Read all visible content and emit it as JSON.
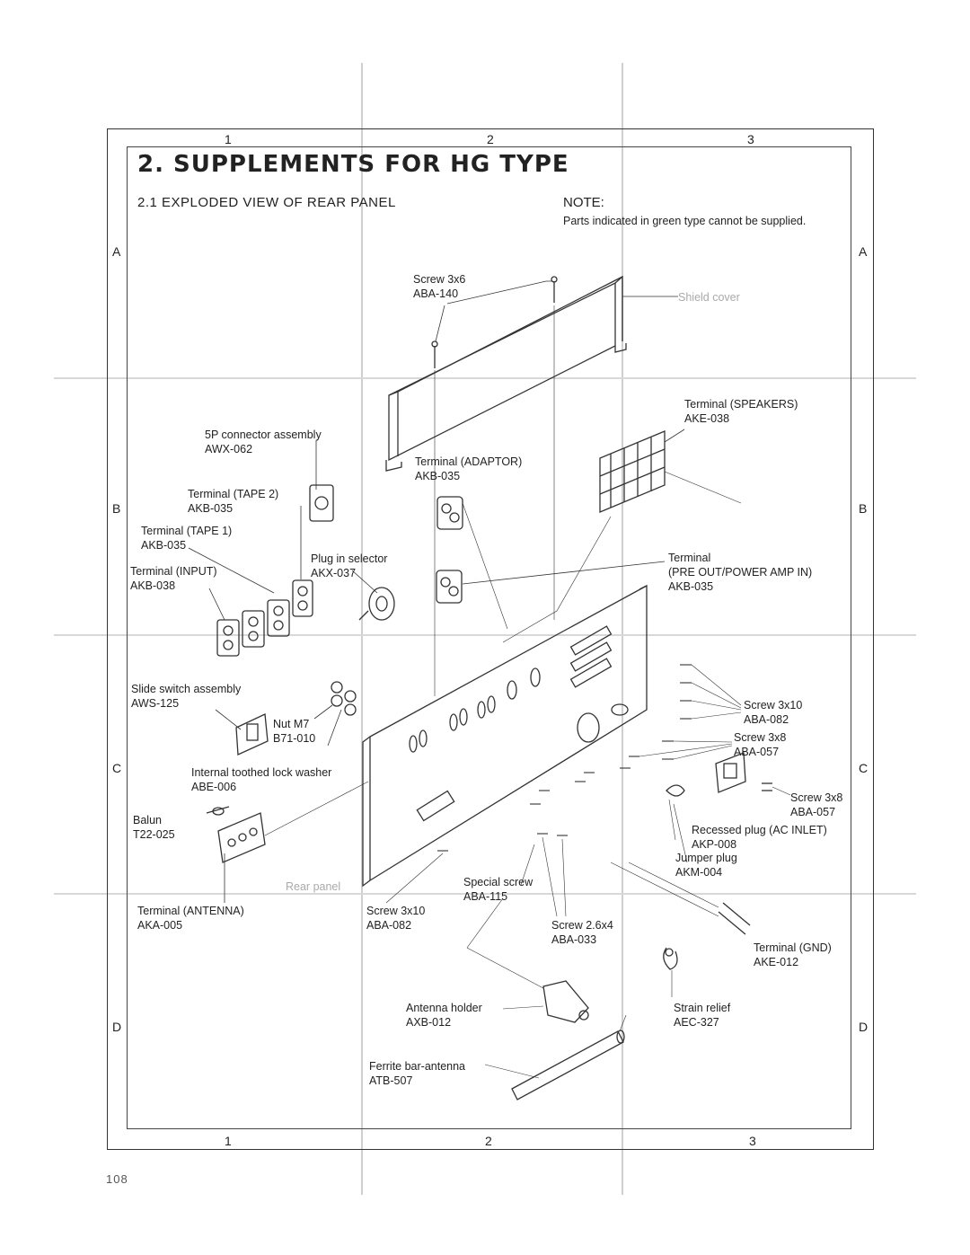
{
  "page": {
    "title": "2. SUPPLEMENTS FOR HG TYPE",
    "subtitle": "2.1 EXPLODED VIEW OF REAR PANEL",
    "note_heading": "NOTE:",
    "note_text": "Parts indicated in green type cannot be supplied.",
    "page_number": "108"
  },
  "grid": {
    "columns": [
      "1",
      "2",
      "3"
    ],
    "rows": [
      "A",
      "B",
      "C",
      "D"
    ]
  },
  "labels": {
    "screw_3x6": {
      "name": "Screw 3x6",
      "code": "ABA-140"
    },
    "shield_cover": {
      "name": "Shield cover"
    },
    "terminal_speakers": {
      "name": "Terminal (SPEAKERS)",
      "code": "AKE-038"
    },
    "connector_5p": {
      "name": "5P connector assembly",
      "code": "AWX-062"
    },
    "terminal_adaptor": {
      "name": "Terminal (ADAPTOR)",
      "code": "AKB-035"
    },
    "terminal_tape2": {
      "name": "Terminal (TAPE 2)",
      "code": "AKB-035"
    },
    "terminal_tape1": {
      "name": "Terminal (TAPE 1)",
      "code": "AKB-035"
    },
    "plug_selector": {
      "name": "Plug in selector",
      "code": "AKX-037"
    },
    "terminal_input": {
      "name": "Terminal (INPUT)",
      "code": "AKB-038"
    },
    "terminal_preout": {
      "name": "Terminal",
      "name2": "(PRE OUT/POWER AMP IN)",
      "code": "AKB-035"
    },
    "slide_switch": {
      "name": "Slide switch assembly",
      "code": "AWS-125"
    },
    "nut": {
      "name": "Nut M7",
      "code": "B71-010"
    },
    "screw_3x10_r": {
      "name": "Screw 3x10",
      "code": "ABA-082"
    },
    "screw_3x8_r": {
      "name": "Screw 3x8",
      "code": "ABA-057"
    },
    "lock_washer": {
      "name": "Internal toothed lock washer",
      "code": "ABE-006"
    },
    "screw_3x8_ac": {
      "name": "Screw 3x8",
      "code": "ABA-057"
    },
    "balun": {
      "name": "Balun",
      "code": "T22-025"
    },
    "recessed_plug": {
      "name": "Recessed plug (AC INLET)",
      "code": "AKP-008"
    },
    "jumper_plug": {
      "name": "Jumper plug",
      "code": "AKM-004"
    },
    "rear_panel": {
      "name": "Rear panel"
    },
    "special_screw": {
      "name": "Special screw",
      "code": "ABA-115"
    },
    "terminal_antenna": {
      "name": "Terminal (ANTENNA)",
      "code": "AKA-005"
    },
    "screw_3x10_b": {
      "name": "Screw 3x10",
      "code": "ABA-082"
    },
    "screw_2_6x4": {
      "name": "Screw 2.6x4",
      "code": "ABA-033"
    },
    "terminal_gnd": {
      "name": "Terminal (GND)",
      "code": "AKE-012"
    },
    "antenna_holder": {
      "name": "Antenna holder",
      "code": "AXB-012"
    },
    "strain_relief": {
      "name": "Strain relief",
      "code": "AEC-327"
    },
    "ferrite": {
      "name": "Ferrite bar-antenna",
      "code": "ATB-507"
    }
  }
}
